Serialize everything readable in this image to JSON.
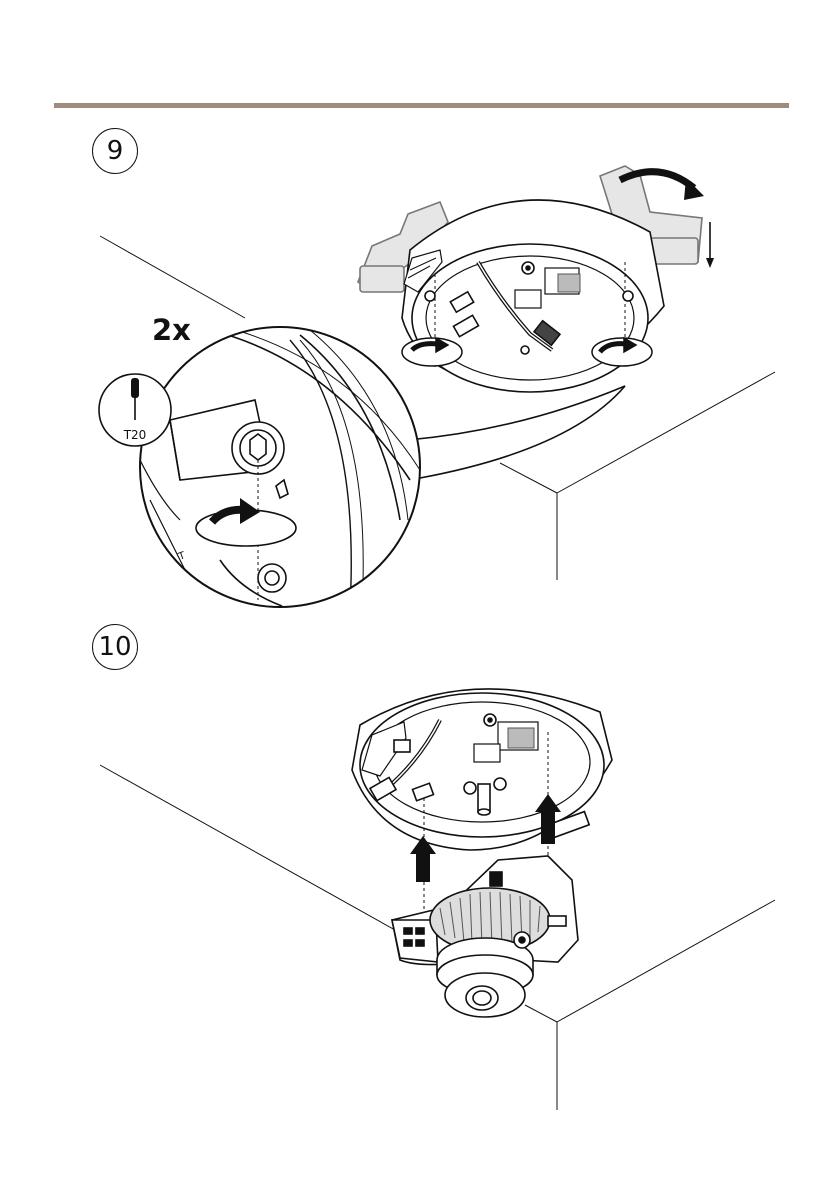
{
  "colors": {
    "rule": "#a08c7f",
    "ink": "#111111",
    "mid_gray": "#9a9a9a",
    "light_gray": "#e6e6e6",
    "dark_fill": "#222222"
  },
  "steps": [
    {
      "number": "9",
      "multiplier_label": "2x",
      "tool_label": "T20",
      "icons": [
        "screwdriver-icon",
        "rotate-arrow-icon",
        "down-arrow-icon"
      ]
    },
    {
      "number": "10",
      "icons": [
        "up-arrow-icon"
      ]
    }
  ]
}
